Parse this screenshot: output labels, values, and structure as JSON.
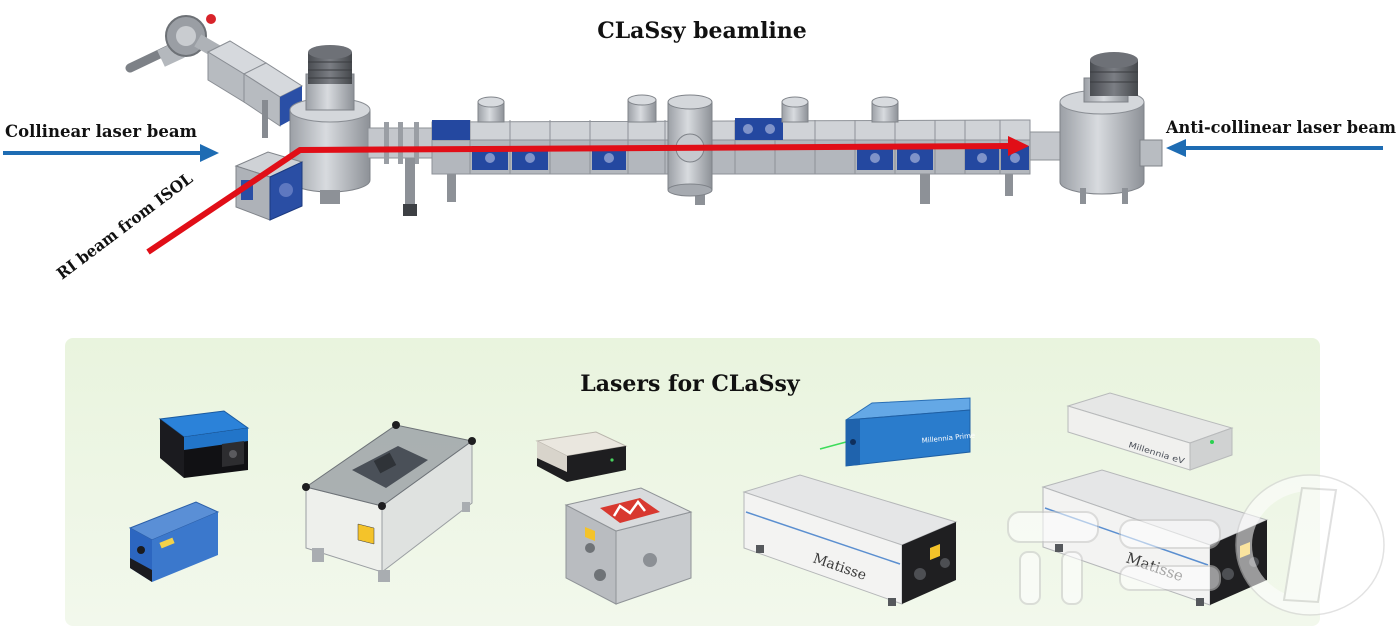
{
  "beamline": {
    "title": "CLaSsy beamline",
    "collinear_label": "Collinear laser beam",
    "anticollinear_label": "Anti-collinear laser beam",
    "ri_beam_label": "RI beam from ISOL"
  },
  "lasers": {
    "title": "Lasers for CLaSsy",
    "device_labels": {
      "millennia_prime": "Millennia Prime",
      "millennia_ev": "Millennia eV",
      "matisse_1": "Matisse",
      "matisse_2": "Matisse"
    }
  },
  "colors": {
    "laser_arrow": "#1e6cb3",
    "ri_beam": "#e10e17",
    "panel_background": "#eef6e5",
    "chamber_blue": "#2a4ea4"
  },
  "watermark": "뉴스1"
}
